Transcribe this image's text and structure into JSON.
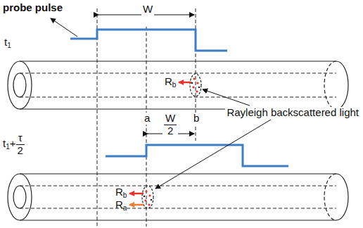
{
  "diagram": {
    "labels": [
      "probe pulse",
      "W",
      "t1",
      "Rb",
      "a",
      "b",
      "Rayleigh backscattered light",
      "t1+τ/2",
      "W/2",
      "Rb",
      "Ra"
    ]
  }
}
